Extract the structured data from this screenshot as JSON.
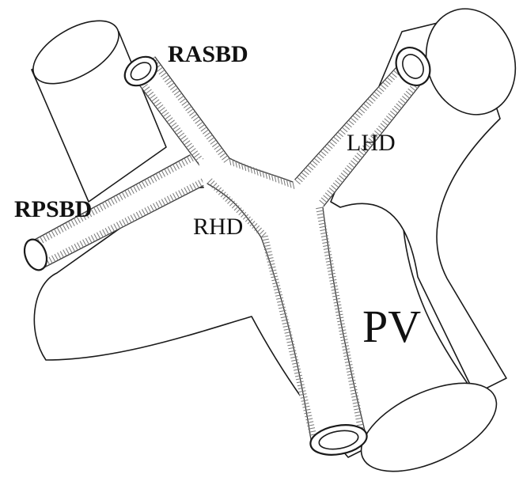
{
  "labels": {
    "rasbd": "RASBD",
    "lhd": "LHD",
    "rpsbd": "RPSBD",
    "rhd": "RHD",
    "pv": "PV"
  }
}
